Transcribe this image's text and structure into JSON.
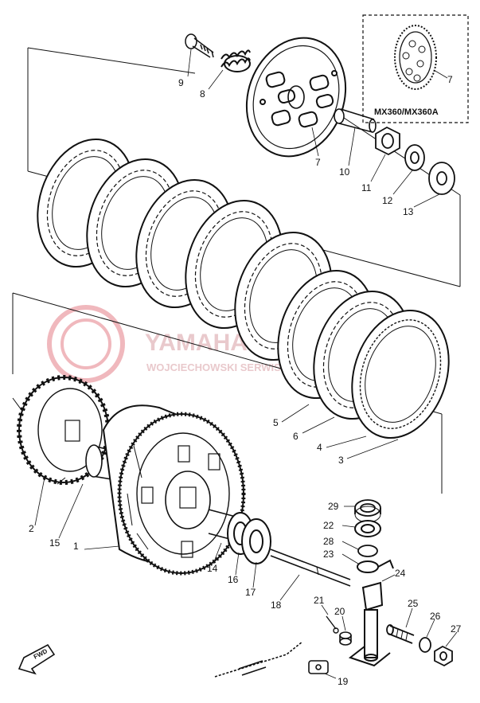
{
  "diagram": {
    "inset_label": "MX360/MX360A",
    "direction_label": "FWD",
    "watermark": {
      "line1": "YAMAHA-SERWIS",
      "line2": "WOJCIECHOWSKI SERWIS YAMAHA"
    },
    "callouts": [
      {
        "id": "c1",
        "label": "1"
      },
      {
        "id": "c2",
        "label": "2"
      },
      {
        "id": "c3",
        "label": "3"
      },
      {
        "id": "c4",
        "label": "4"
      },
      {
        "id": "c5",
        "label": "5"
      },
      {
        "id": "c6",
        "label": "6"
      },
      {
        "id": "c7a",
        "label": "7"
      },
      {
        "id": "c7b",
        "label": "7"
      },
      {
        "id": "c8",
        "label": "8"
      },
      {
        "id": "c9",
        "label": "9"
      },
      {
        "id": "c10",
        "label": "10"
      },
      {
        "id": "c11",
        "label": "11"
      },
      {
        "id": "c12",
        "label": "12"
      },
      {
        "id": "c13",
        "label": "13"
      },
      {
        "id": "c14",
        "label": "14"
      },
      {
        "id": "c15",
        "label": "15"
      },
      {
        "id": "c16",
        "label": "16"
      },
      {
        "id": "c17",
        "label": "17"
      },
      {
        "id": "c18",
        "label": "18"
      },
      {
        "id": "c19",
        "label": "19"
      },
      {
        "id": "c20",
        "label": "20"
      },
      {
        "id": "c21",
        "label": "21"
      },
      {
        "id": "c22",
        "label": "22"
      },
      {
        "id": "c23",
        "label": "23"
      },
      {
        "id": "c24",
        "label": "24"
      },
      {
        "id": "c25",
        "label": "25"
      },
      {
        "id": "c26",
        "label": "26"
      },
      {
        "id": "c27",
        "label": "27"
      },
      {
        "id": "c28",
        "label": "28"
      },
      {
        "id": "c29",
        "label": "29"
      }
    ],
    "colors": {
      "ink": "#111111",
      "watermark": "#e9c9cc",
      "watermark_logo": "#f0b8bd"
    }
  }
}
